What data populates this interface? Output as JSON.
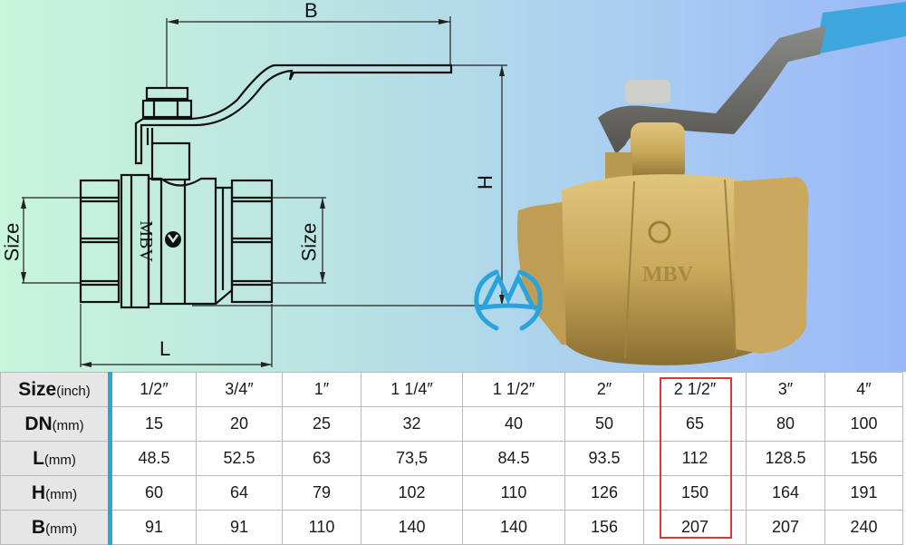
{
  "diagram": {
    "dimension_labels": {
      "B": "B",
      "H": "H",
      "L": "L",
      "size_left": "Size",
      "size_right": "Size"
    },
    "body_marking": "MBV",
    "colors": {
      "line": "#111111",
      "dimension_line": "#222222"
    }
  },
  "photo": {
    "body_marking": "MBV",
    "colors": {
      "brass": "#c9a95a",
      "handle_steel": "#6e6e6a",
      "handle_grip": "#3ea6df"
    }
  },
  "watermark": {
    "icon": "mbv-logo-icon",
    "color": "#2aa3dc"
  },
  "table": {
    "row_headers": [
      {
        "name": "Size",
        "unit": "(inch)"
      },
      {
        "name": "DN",
        "unit": "(mm)"
      },
      {
        "name": "L",
        "unit": "(mm)"
      },
      {
        "name": "H",
        "unit": "(mm)"
      },
      {
        "name": "B",
        "unit": "(mm)"
      }
    ],
    "columns": [
      {
        "size": "1/2″",
        "dn": "15",
        "l": "48.5",
        "h": "60",
        "b": "91"
      },
      {
        "size": "3/4″",
        "dn": "20",
        "l": "52.5",
        "h": "64",
        "b": "91"
      },
      {
        "size": "1″",
        "dn": "25",
        "l": "63",
        "h": "79",
        "b": "110"
      },
      {
        "size": "1 1/4″",
        "dn": "32",
        "l": "73,5",
        "h": "102",
        "b": "140"
      },
      {
        "size": "1 1/2″",
        "dn": "40",
        "l": "84.5",
        "h": "110",
        "b": "140"
      },
      {
        "size": "2″",
        "dn": "50",
        "l": "93.5",
        "h": "126",
        "b": "156"
      },
      {
        "size": "2 1/2″",
        "dn": "65",
        "l": "112",
        "h": "150",
        "b": "207"
      },
      {
        "size": "3″",
        "dn": "80",
        "l": "128.5",
        "h": "164",
        "b": "207"
      },
      {
        "size": "4″",
        "dn": "100",
        "l": "156",
        "h": "191",
        "b": "240"
      }
    ],
    "highlighted_column": "2 1/2″",
    "colors": {
      "header_bg": "#e6e6e6",
      "accent_bar": "#2aa7d6",
      "highlight_border": "#d9363e",
      "grid": "#b9b9b9"
    }
  }
}
